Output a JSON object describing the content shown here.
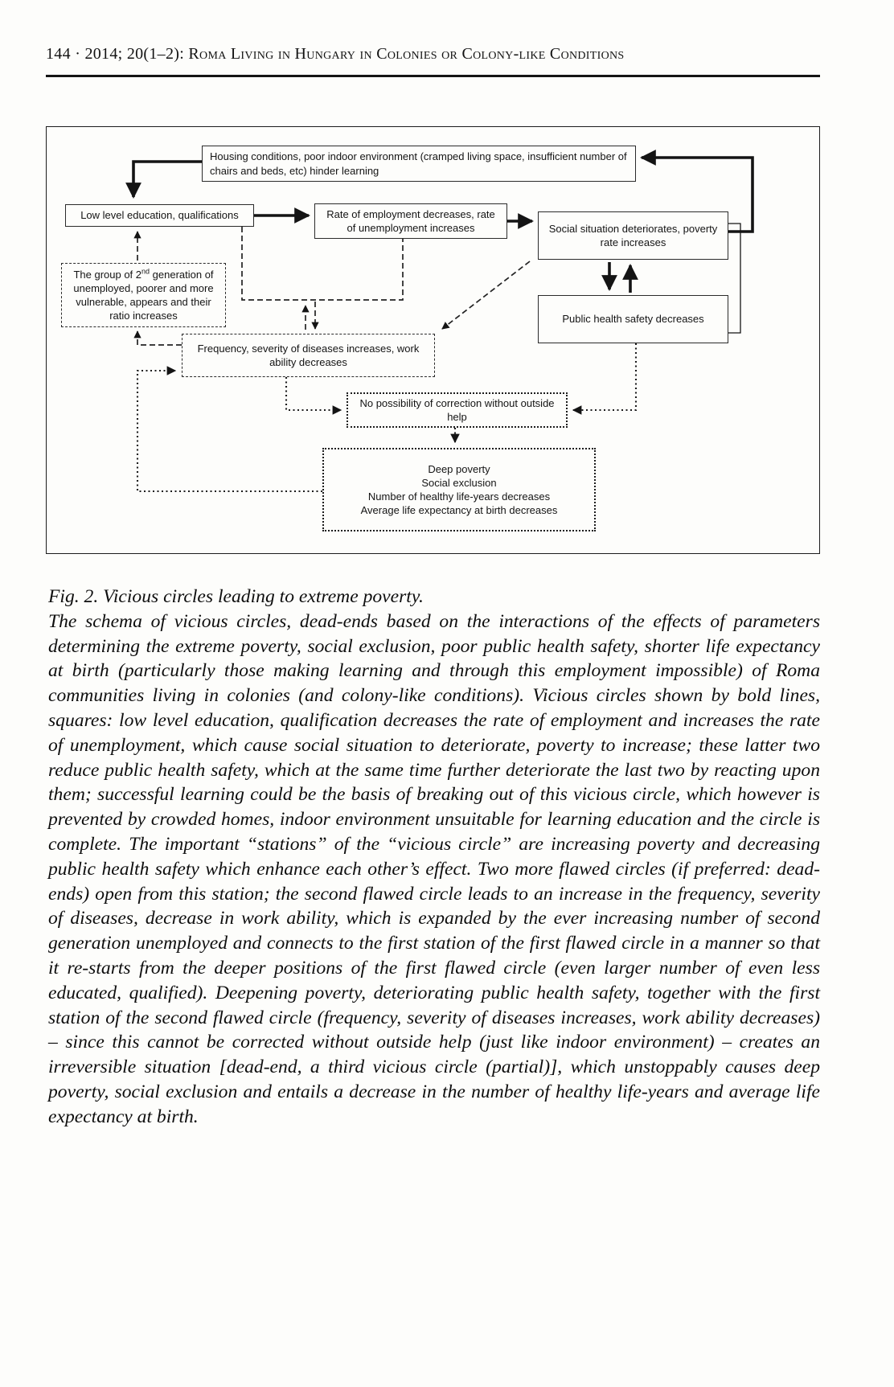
{
  "header": {
    "prefix": "144 · 2014; 20(1–2): ",
    "running_title": "Roma Living in Hungary in Colonies or Colony-like Conditions"
  },
  "figure": {
    "boxes": {
      "housing": "Housing conditions, poor indoor environment (cramped living space, insufficient number of chairs and beds, etc) hinder learning",
      "education": "Low level education, qualifications",
      "employment": "Rate of employment decreases, rate of unemployment increases",
      "social": "Social situation deteriorates, poverty rate increases",
      "generation": {
        "pre": "The group of 2",
        "sup": "nd",
        "post": " generation of unemployed, poorer and more vulnerable, appears and their ratio increases"
      },
      "health": "Public health safety decreases",
      "disease": "Frequency, severity of diseases increases, work ability decreases",
      "correction": "No possibility of correction without outside help",
      "deep_poverty": [
        "Deep poverty",
        "Social exclusion",
        "Number of healthy life-years decreases",
        "Average life expectancy at birth decreases"
      ]
    }
  },
  "caption": {
    "title": "Fig. 2. Vicious circles leading to extreme poverty.",
    "body": "The schema of vicious circles, dead-ends based on the interactions of the effects of parameters determining the extreme poverty, social exclusion, poor public health safety, shorter life expectancy at birth (particularly those making learning and through this employment impossible) of Roma communities living in colonies (and colony-like conditions). Vicious circles shown by bold lines, squares: low level education, qualification decreases the rate of employment and increases the rate of unemployment, which cause social situation to deteriorate, poverty to increase; these latter two reduce public health safety, which at the same time further deteriorate the last two by reacting upon them; successful learning could be the basis of breaking out of this vicious circle, which however is prevented by crowded homes, indoor environment unsuitable for learning education and the circle is complete. The important “stations” of the “vicious circle” are increasing poverty and decreasing public health safety which enhance each other’s effect. Two more flawed circles (if preferred: dead-ends) open from this station; the second flawed circle leads to an increase in the frequency, severity of diseases, decrease in work ability, which is expanded by the ever increasing number of second generation unemployed and connects to the first station of the first flawed circle in a manner so that it re-starts from the deeper positions of the first flawed circle (even larger number of even less educated, qualified). Deepening poverty, deteriorating public health safety, together with the first station of the second flawed circle (frequency, severity of diseases increases, work ability decreases) – since this cannot be corrected without outside help (just like indoor environment) – creates an irreversible situation [dead-end, a third vicious circle (partial)], which unstoppably causes deep poverty, social exclusion and entails a decrease in the number of healthy life-years and average life expectancy at birth."
  }
}
